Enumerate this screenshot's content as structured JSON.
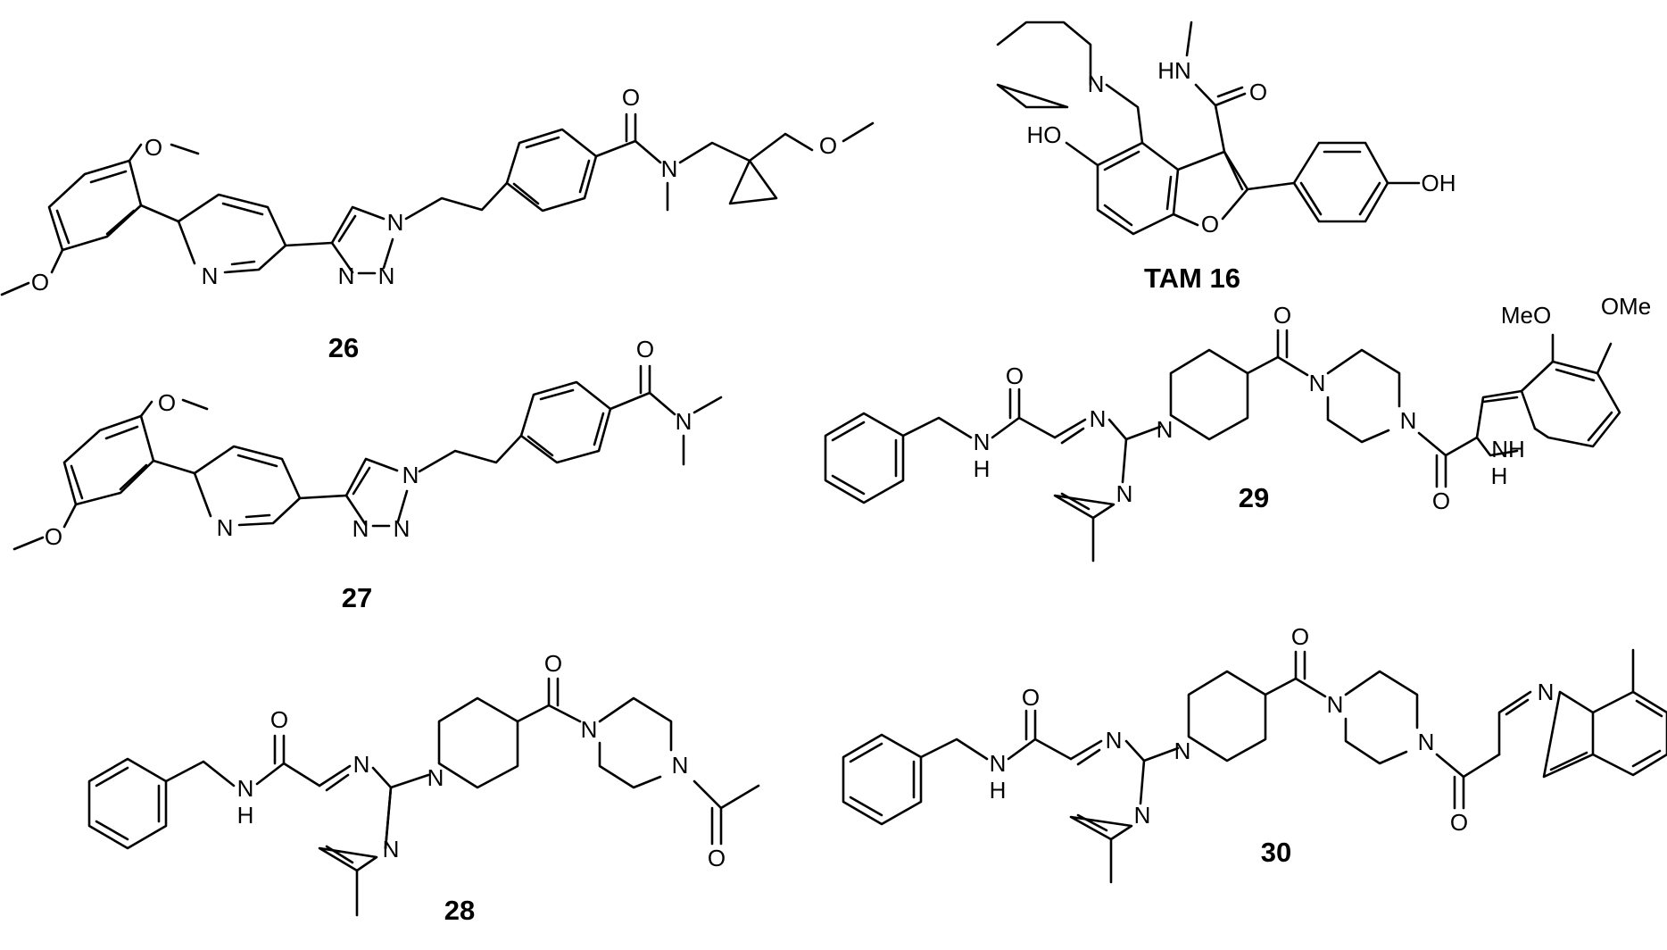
{
  "figure": {
    "compounds": [
      {
        "id": "cmpd-26",
        "label": "26",
        "atoms": {
          "o_top": "O",
          "o_bottom": "O",
          "n_pyr": "N",
          "n1_trz": "N",
          "n2_trz": "N",
          "n3_trz": "N",
          "o_amide": "O",
          "n_amide": "N",
          "o_ether": "O"
        }
      },
      {
        "id": "cmpd-27",
        "label": "27",
        "atoms": {
          "o_top": "O",
          "o_bottom": "O",
          "n_pyr": "N",
          "n1_trz": "N",
          "n2_trz": "N",
          "n3_trz": "N",
          "o_amide": "O",
          "n_amide": "N"
        }
      },
      {
        "id": "cmpd-28",
        "label": "28",
        "atoms": {
          "nh": "N",
          "h": "H",
          "o_amide": "O",
          "n_pm1": "N",
          "n_pm2": "N",
          "n_pip": "N",
          "o_co": "O",
          "n_pz1": "N",
          "n_pz2": "N",
          "o_ac": "O"
        }
      },
      {
        "id": "cmpd-tam16",
        "label": "TAM 16",
        "atoms": {
          "n_pip": "N",
          "nh": "HN",
          "o_amide": "O",
          "ho": "HO",
          "o_ring": "O",
          "oh": "OH"
        }
      },
      {
        "id": "cmpd-29",
        "label": "29",
        "atoms": {
          "nh": "N",
          "h": "H",
          "o_amide": "O",
          "n_pm1": "N",
          "n_pm2": "N",
          "n_pip": "N",
          "o_co": "O",
          "n_pz1": "N",
          "n_pz2": "N",
          "o_co2": "O",
          "nh_ind": "NH",
          "h_ind": "H",
          "ome1": "MeO",
          "ome2": "OMe"
        }
      },
      {
        "id": "cmpd-30",
        "label": "30",
        "atoms": {
          "nh": "N",
          "h": "H",
          "o_amide": "O",
          "n_pm1": "N",
          "n_pm2": "N",
          "n_pip": "N",
          "o_co": "O",
          "n_pz1": "N",
          "n_pz2": "N",
          "o_co2": "O",
          "n_quin": "N"
        }
      }
    ]
  }
}
